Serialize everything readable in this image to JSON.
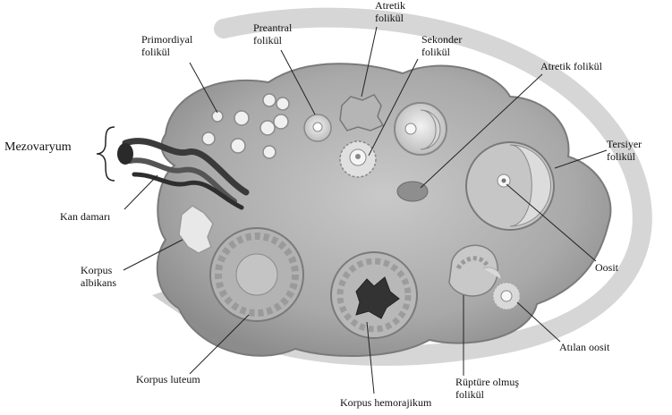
{
  "labels": {
    "primordial": [
      "Primordiyal",
      "folikül"
    ],
    "preantral": [
      "Preantral",
      "folikül"
    ],
    "atretic_top": [
      "Atretik",
      "folikül"
    ],
    "secondary": [
      "Sekonder",
      "folikül"
    ],
    "atretic_right": "Atretik folikül",
    "mesovarium": "Mezovaryum",
    "tertiary": [
      "Tersiyer",
      "folikül"
    ],
    "blood_vessel": "Kan damarı",
    "corpus_albicans": [
      "Korpus",
      "albikans"
    ],
    "oocyte": "Oosit",
    "ovulated_oocyte": "Atılan oosit",
    "corpus_luteum": "Korpus luteum",
    "ruptured": [
      "Rüptüre olmuş",
      "folikül"
    ],
    "corpus_hemorrhagicum": "Korpus hemorajikum"
  }
}
